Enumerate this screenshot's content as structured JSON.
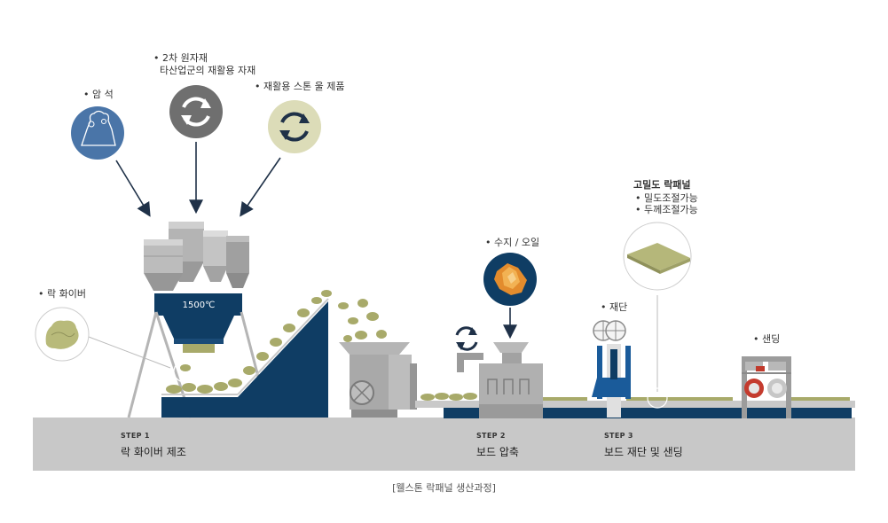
{
  "labels": {
    "rock": "• 암  석",
    "secondary_line1": "• 2차 원자재",
    "secondary_line2": "타산업군의 재활용 자재",
    "recycled": "• 재활용 스톤 울 제품",
    "rock_fiber": "• 락 화이버",
    "resin": "• 수지 / 오일",
    "cutting": "• 재단",
    "sanding": "• 샌딩",
    "panel_title": "고밀도 락패널",
    "panel_item1": "• 밀도조절가능",
    "panel_item2": "• 두께조절가능",
    "temperature": "1500℃"
  },
  "steps": [
    {
      "code": "STEP 1",
      "name": "락 화이버 제조"
    },
    {
      "code": "STEP 2",
      "name": "보드 압축"
    },
    {
      "code": "STEP 3",
      "name": "보드 재단 및 샌딩"
    }
  ],
  "caption": "[웰스톤 락패널 생산과정]",
  "colors": {
    "navy": "#0f3d64",
    "blue_circle": "#4a75a8",
    "grey_circle": "#6f6f6f",
    "olive_circle": "#dcdcb8",
    "fiber": "#a8aa6a",
    "floor": "#c7c7c7",
    "machine": "#a9a9a9"
  }
}
